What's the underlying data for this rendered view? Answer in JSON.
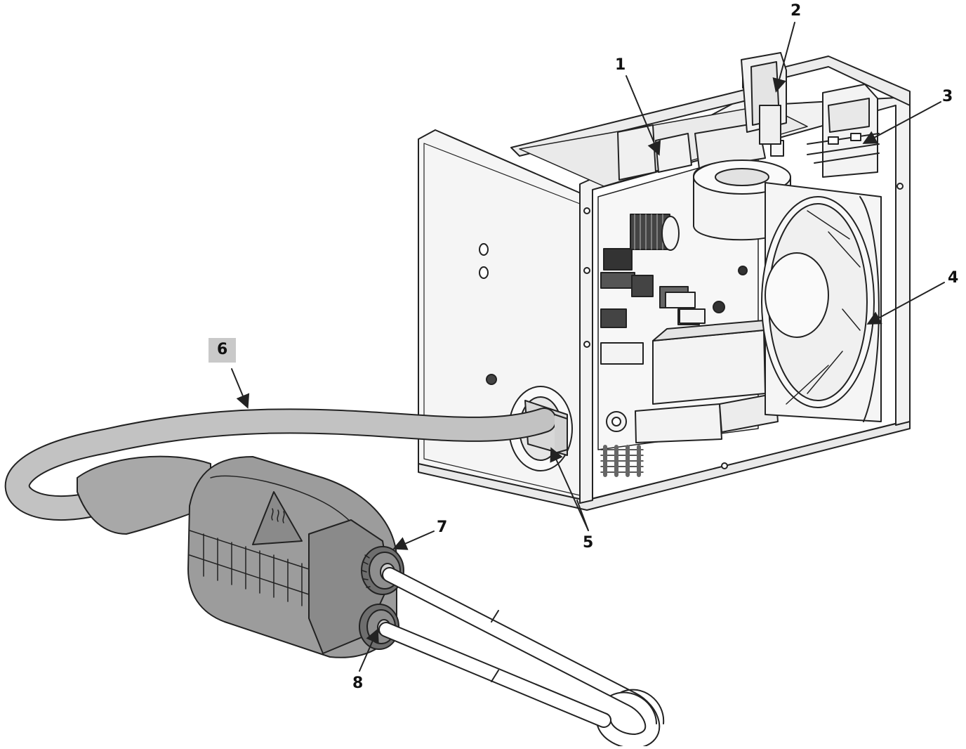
{
  "callouts": [
    {
      "id": "1",
      "label": "1"
    },
    {
      "id": "2",
      "label": "2"
    },
    {
      "id": "3",
      "label": "3"
    },
    {
      "id": "4",
      "label": "4"
    },
    {
      "id": "5",
      "label": "5"
    },
    {
      "id": "6",
      "label": "6"
    },
    {
      "id": "7",
      "label": "7"
    },
    {
      "id": "8",
      "label": "8"
    }
  ],
  "colors": {
    "stroke": "#222222",
    "sheet_metal": "#f4f4f4",
    "cable": "#bdbdbd",
    "handpiece": "#9a9a9a",
    "handpiece_dark": "#7d7d7d",
    "callout_box": "#c9c9c9"
  },
  "icons": [
    "heat-warning-icon"
  ]
}
